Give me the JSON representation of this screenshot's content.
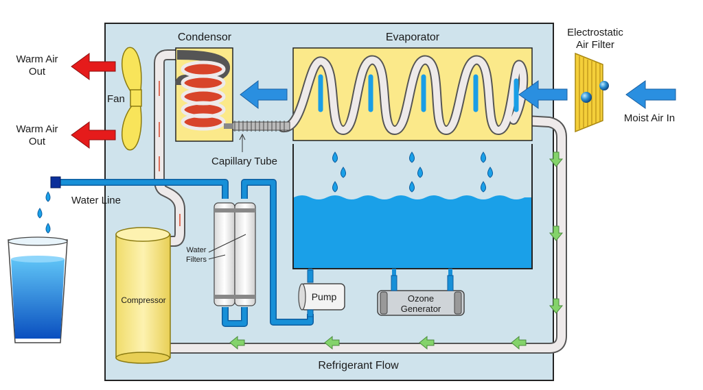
{
  "labels": {
    "condensor": "Condensor",
    "evaporator": "Evaporator",
    "electrostatic_line1": "Electrostatic",
    "electrostatic_line2": "Air Filter",
    "moist_air_in": "Moist Air In",
    "warm_air_out_1_line1": "Warm Air",
    "warm_air_out_1_line2": "Out",
    "warm_air_out_2_line1": "Warm Air",
    "warm_air_out_2_line2": "Out",
    "fan": "Fan",
    "capillary_tube": "Capillary Tube",
    "water_line": "Water Line",
    "water_filters_line1": "Water",
    "water_filters_line2": "Filters",
    "compressor": "Compressor",
    "pump": "Pump",
    "ozone_line1": "Ozone",
    "ozone_line2": "Generator",
    "refrigerant_flow": "Refrigerant Flow"
  },
  "colors": {
    "cabinet": "#cfe3ec",
    "unit_yellow": "#fbe98a",
    "coil_red": "#d8442a",
    "water_blue": "#1aa0e8",
    "pipe_blue": "#1790d8",
    "refrigerant_pipe": "#eeeaea",
    "flow_arrow_green": "#84d36a",
    "air_arrow_blue": "#2a8fe0",
    "warm_arrow_red": "#e51b1b",
    "fan_yellow": "#f8e45a"
  }
}
